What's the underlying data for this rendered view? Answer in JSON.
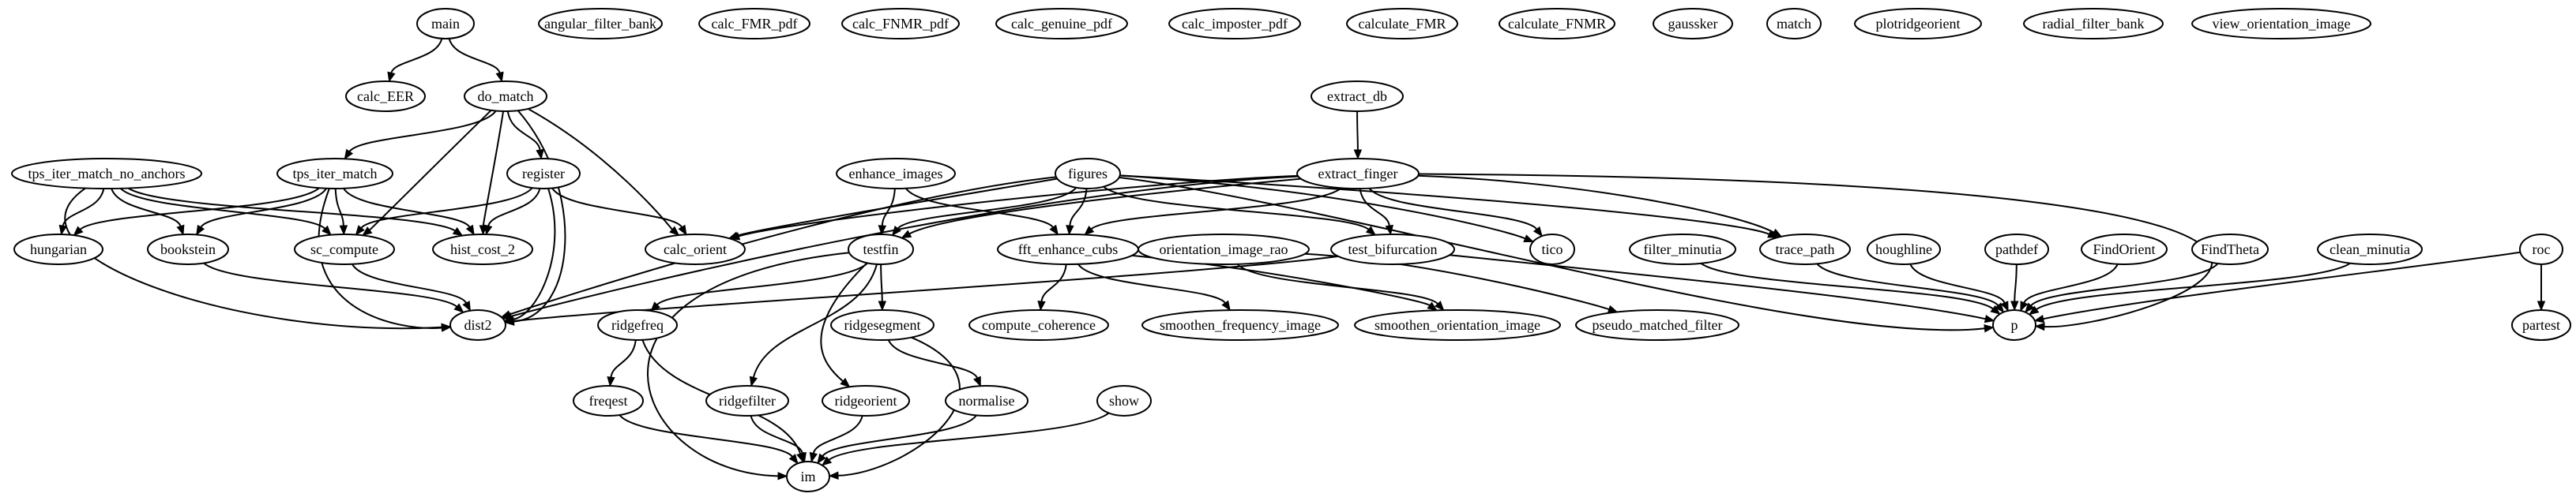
{
  "nodes": {
    "main": "main",
    "angular_filter_bank": "angular_filter_bank",
    "calc_FMR_pdf": "calc_FMR_pdf",
    "calc_FNMR_pdf": "calc_FNMR_pdf",
    "calc_genuine_pdf": "calc_genuine_pdf",
    "calc_imposter_pdf": "calc_imposter_pdf",
    "calculate_FMR": "calculate_FMR",
    "calculate_FNMR": "calculate_FNMR",
    "gaussker": "gaussker",
    "match": "match",
    "plotridgeorient": "plotridgeorient",
    "radial_filter_bank": "radial_filter_bank",
    "view_orientation_image": "view_orientation_image",
    "calc_EER": "calc_EER",
    "do_match": "do_match",
    "extract_db": "extract_db",
    "tps_iter_match_no_anchors": "tps_iter_match_no_anchors",
    "tps_iter_match": "tps_iter_match",
    "register": "register",
    "enhance_images": "enhance_images",
    "figures": "figures",
    "extract_finger": "extract_finger",
    "hungarian": "hungarian",
    "bookstein": "bookstein",
    "sc_compute": "sc_compute",
    "hist_cost_2": "hist_cost_2",
    "calc_orient": "calc_orient",
    "testfin": "testfin",
    "fft_enhance_cubs": "fft_enhance_cubs",
    "orientation_image_rao": "orientation_image_rao",
    "test_bifurcation": "test_bifurcation",
    "tico": "tico",
    "filter_minutia": "filter_minutia",
    "trace_path": "trace_path",
    "houghline": "houghline",
    "pathdef": "pathdef",
    "FindOrient": "FindOrient",
    "FindTheta": "FindTheta",
    "clean_minutia": "clean_minutia",
    "roc": "roc",
    "dist2": "dist2",
    "ridgefreq": "ridgefreq",
    "ridgesegment": "ridgesegment",
    "compute_coherence": "compute_coherence",
    "smoothen_frequency_image": "smoothen_frequency_image",
    "smoothen_orientation_image": "smoothen_orientation_image",
    "pseudo_matched_filter": "pseudo_matched_filter",
    "p": "p",
    "partest": "partest",
    "freqest": "freqest",
    "ridgefilter": "ridgefilter",
    "ridgeorient": "ridgeorient",
    "normalise": "normalise",
    "show": "show",
    "im": "im"
  },
  "edges": [
    [
      "main",
      "calc_EER"
    ],
    [
      "main",
      "do_match"
    ],
    [
      "do_match",
      "tps_iter_match"
    ],
    [
      "do_match",
      "register"
    ],
    [
      "do_match",
      "sc_compute"
    ],
    [
      "do_match",
      "hist_cost_2"
    ],
    [
      "do_match",
      "calc_orient"
    ],
    [
      "do_match",
      "dist2"
    ],
    [
      "extract_db",
      "extract_finger"
    ],
    [
      "tps_iter_match_no_anchors",
      "hungarian"
    ],
    [
      "tps_iter_match_no_anchors",
      "bookstein"
    ],
    [
      "tps_iter_match_no_anchors",
      "sc_compute"
    ],
    [
      "tps_iter_match_no_anchors",
      "hist_cost_2"
    ],
    [
      "tps_iter_match_no_anchors",
      "dist2"
    ],
    [
      "tps_iter_match",
      "hungarian"
    ],
    [
      "tps_iter_match",
      "bookstein"
    ],
    [
      "tps_iter_match",
      "sc_compute"
    ],
    [
      "tps_iter_match",
      "hist_cost_2"
    ],
    [
      "tps_iter_match",
      "dist2"
    ],
    [
      "register",
      "sc_compute"
    ],
    [
      "register",
      "hist_cost_2"
    ],
    [
      "register",
      "calc_orient"
    ],
    [
      "register",
      "dist2"
    ],
    [
      "enhance_images",
      "testfin"
    ],
    [
      "enhance_images",
      "fft_enhance_cubs"
    ],
    [
      "figures",
      "calc_orient"
    ],
    [
      "figures",
      "testfin"
    ],
    [
      "figures",
      "fft_enhance_cubs"
    ],
    [
      "figures",
      "test_bifurcation"
    ],
    [
      "figures",
      "tico"
    ],
    [
      "figures",
      "trace_path"
    ],
    [
      "figures",
      "dist2"
    ],
    [
      "figures",
      "p"
    ],
    [
      "extract_finger",
      "calc_orient"
    ],
    [
      "extract_finger",
      "testfin"
    ],
    [
      "extract_finger",
      "fft_enhance_cubs"
    ],
    [
      "extract_finger",
      "test_bifurcation"
    ],
    [
      "extract_finger",
      "tico"
    ],
    [
      "extract_finger",
      "trace_path"
    ],
    [
      "extract_finger",
      "dist2"
    ],
    [
      "extract_finger",
      "p"
    ],
    [
      "bookstein",
      "dist2"
    ],
    [
      "sc_compute",
      "dist2"
    ],
    [
      "testfin",
      "ridgefreq"
    ],
    [
      "testfin",
      "ridgesegment"
    ],
    [
      "testfin",
      "ridgefilter"
    ],
    [
      "testfin",
      "ridgeorient"
    ],
    [
      "testfin",
      "im"
    ],
    [
      "fft_enhance_cubs",
      "compute_coherence"
    ],
    [
      "fft_enhance_cubs",
      "smoothen_frequency_image"
    ],
    [
      "fft_enhance_cubs",
      "smoothen_orientation_image"
    ],
    [
      "orientation_image_rao",
      "smoothen_orientation_image"
    ],
    [
      "orientation_image_rao",
      "pseudo_matched_filter"
    ],
    [
      "test_bifurcation",
      "dist2"
    ],
    [
      "test_bifurcation",
      "p"
    ],
    [
      "filter_minutia",
      "p"
    ],
    [
      "trace_path",
      "p"
    ],
    [
      "houghline",
      "p"
    ],
    [
      "pathdef",
      "p"
    ],
    [
      "FindOrient",
      "p"
    ],
    [
      "FindTheta",
      "p"
    ],
    [
      "clean_minutia",
      "p"
    ],
    [
      "roc",
      "p"
    ],
    [
      "roc",
      "partest"
    ],
    [
      "ridgefreq",
      "freqest"
    ],
    [
      "ridgefreq",
      "im"
    ],
    [
      "ridgesegment",
      "normalise"
    ],
    [
      "ridgesegment",
      "im"
    ],
    [
      "freqest",
      "im"
    ],
    [
      "ridgefilter",
      "im"
    ],
    [
      "ridgeorient",
      "im"
    ],
    [
      "normalise",
      "im"
    ],
    [
      "show",
      "im"
    ]
  ]
}
